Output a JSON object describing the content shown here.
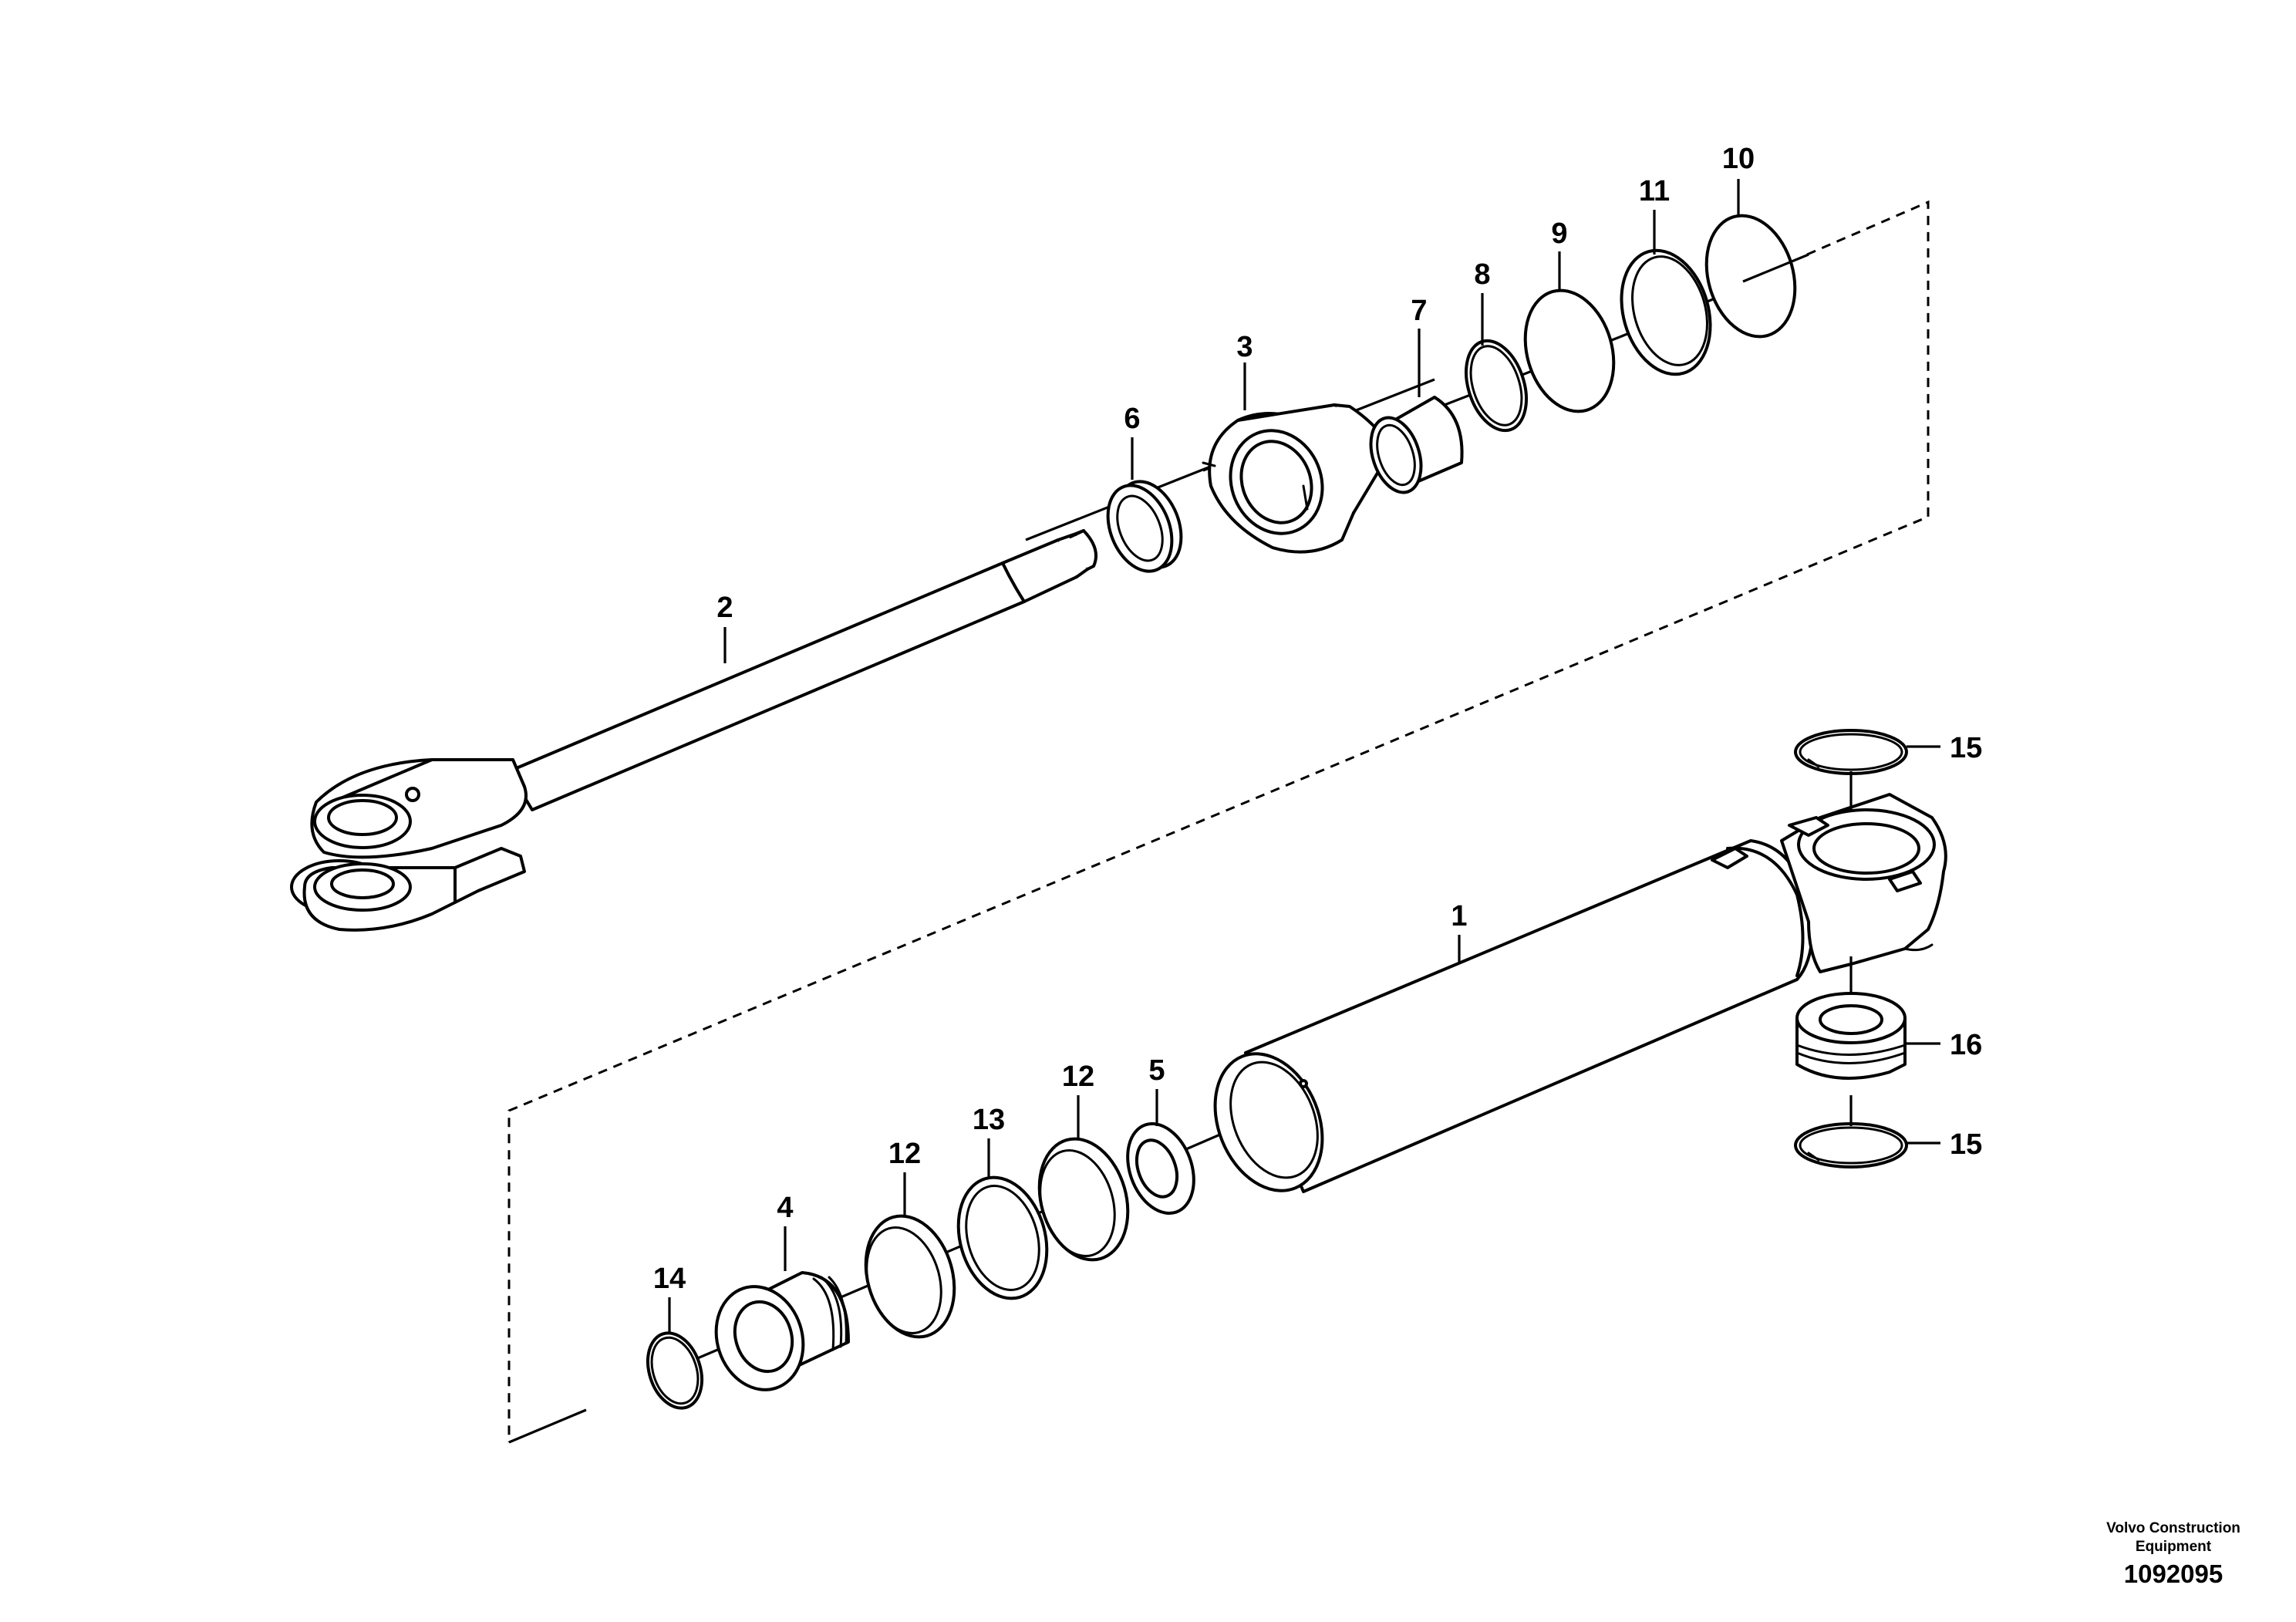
{
  "callouts": {
    "c1": "1",
    "c2": "2",
    "c3": "3",
    "c4": "4",
    "c5": "5",
    "c6": "6",
    "c7": "7",
    "c8": "8",
    "c9": "9",
    "c10": "10",
    "c11": "11",
    "c12a": "12",
    "c12b": "12",
    "c13": "13",
    "c14": "14",
    "c15a": "15",
    "c15b": "15",
    "c16": "16"
  },
  "footer": {
    "brand_line1": "Volvo Construction",
    "brand_line2": "Equipment",
    "drawing_number": "1092095"
  }
}
